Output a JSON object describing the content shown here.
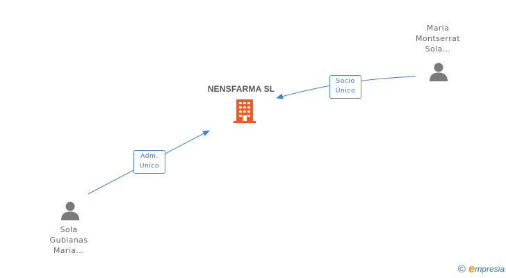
{
  "company": {
    "name": "NENSFARMA SL",
    "icon": "building-icon",
    "color": "#f15a24"
  },
  "persons": [
    {
      "id": "p1",
      "name_lines": [
        "Maria",
        "Montserrat",
        "Sola..."
      ],
      "icon": "person-icon"
    },
    {
      "id": "p2",
      "name_lines": [
        "Sola",
        "Gubianas",
        "Maria..."
      ],
      "icon": "person-icon"
    }
  ],
  "relations": [
    {
      "from": "p1",
      "to": "company",
      "label_lines": [
        "Socio",
        "Único"
      ]
    },
    {
      "from": "p2",
      "to": "company",
      "label_lines": [
        "Adm.",
        "Unico"
      ]
    }
  ],
  "footer": {
    "copyright_symbol": "©",
    "brand_initial": "e",
    "brand_rest": "mpresia"
  },
  "colors": {
    "edge": "#3f7fd4",
    "person": "#7a7a7a",
    "text": "#666666"
  }
}
